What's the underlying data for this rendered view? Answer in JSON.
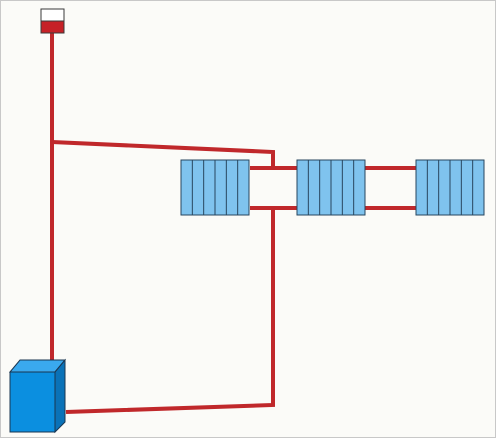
{
  "diagram": {
    "colors": {
      "background": "#fbfbf8",
      "frame_border": "#c8c8c8",
      "pipe": "#c0282b",
      "radiator_fill": "#7fc3ee",
      "radiator_stroke": "#27465e",
      "boiler_front": "#0b8fe0",
      "boiler_side": "#0a72b8",
      "boiler_top": "#3aa9ee",
      "boiler_stroke": "#1a3550",
      "tank_water": "#c62127",
      "tank_air": "#ffffff",
      "tank_stroke": "#3a3a3a"
    },
    "components": {
      "expansion_tank": {
        "icon": "expansion-tank-icon"
      },
      "boiler": {
        "icon": "boiler-icon"
      },
      "radiators": [
        {
          "icon": "radiator-icon",
          "sections": 6
        },
        {
          "icon": "radiator-icon",
          "sections": 6
        },
        {
          "icon": "radiator-icon",
          "sections": 6
        }
      ]
    }
  }
}
